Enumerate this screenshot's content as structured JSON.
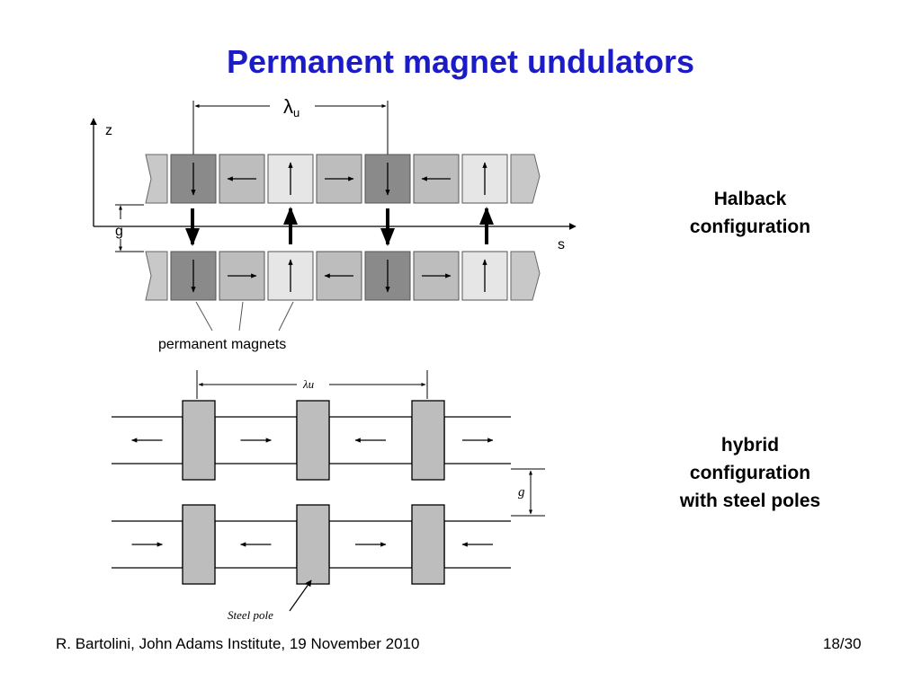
{
  "slide": {
    "title": "Permanent magnet undulators",
    "footer_left": "R. Bartolini, John Adams Institute, 19 November 2010",
    "page_number": "18/30"
  },
  "halbach": {
    "label_lines": [
      "Halback",
      "configuration"
    ],
    "lambda_symbol": "λ",
    "lambda_sub": "u",
    "axis_z": "z",
    "axis_s": "s",
    "gap": "g",
    "magnets_caption": "permanent magnets",
    "colors": {
      "dark": "#8a8a8a",
      "mid": "#bdbdbd",
      "light": "#e6e6e6",
      "edge": "#c8c8c8"
    },
    "top_row": [
      "edge",
      "down",
      "left",
      "up",
      "right",
      "down",
      "left",
      "up",
      "edge"
    ],
    "bottom_row": [
      "edge",
      "down",
      "right",
      "up",
      "left",
      "down",
      "right",
      "up",
      "edge"
    ],
    "field_arrows": [
      "down",
      "up",
      "down",
      "up"
    ]
  },
  "hybrid": {
    "label_lines": [
      "hybrid",
      "configuration",
      "with steel poles"
    ],
    "lambda_label": "λu",
    "gap": "g",
    "pole_caption": "Steel pole",
    "pole_color": "#bdbdbd",
    "top_row": [
      "left",
      "right",
      "left",
      "right"
    ],
    "bottom_row": [
      "right",
      "left",
      "right",
      "left"
    ]
  }
}
